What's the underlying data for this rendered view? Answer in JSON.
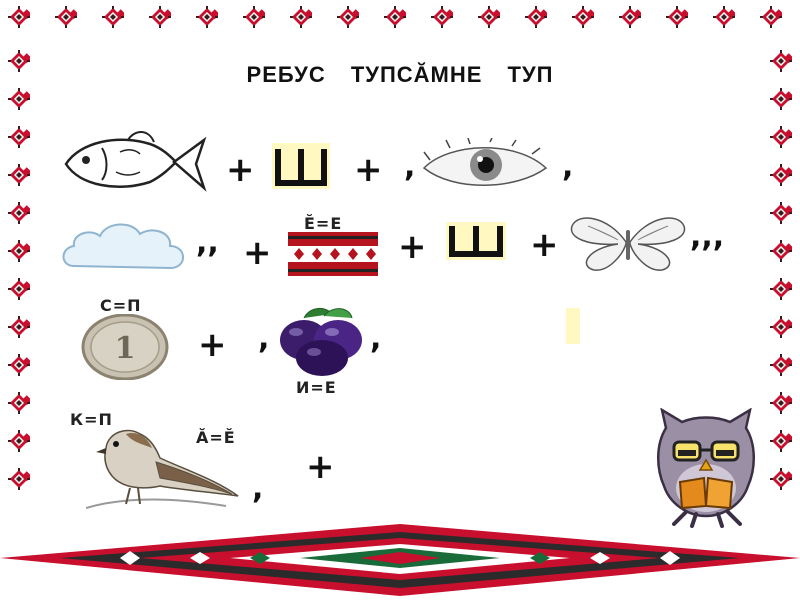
{
  "title": "РЕБУС    ТУПСĂМНЕ   ТУП",
  "rows": {
    "row1": {
      "plus1": "+",
      "letter": "Ш",
      "plus2": "+",
      "comma1": ",",
      "comma2": ","
    },
    "row2": {
      "commas1": ",,",
      "plus1": "+",
      "hint": "Ĕ=Е",
      "plus2": "+",
      "letter": "Ш",
      "plus3": "+",
      "commas2": ",,,"
    },
    "row3": {
      "hint1": "С=П",
      "coin_text": "1",
      "plus": "+",
      "comma1": ",",
      "comma2": ",",
      "hint2": "И=Е"
    },
    "row4": {
      "hint1": "К=П",
      "hint2": "Ă=Ĕ",
      "comma": ",",
      "plus": "+"
    }
  },
  "icons": [
    "fish-icon",
    "eye-icon",
    "cloud-icon",
    "towel-icon",
    "butterfly-icon",
    "coin-icon",
    "plums-icon",
    "sparrow-icon",
    "owl-icon",
    "ornament-icon"
  ],
  "colors": {
    "ornament_red": "#c8102e",
    "ornament_dark": "#3a1a1a",
    "letter_fill": "#fff8c0",
    "towel": "#b5141e"
  }
}
